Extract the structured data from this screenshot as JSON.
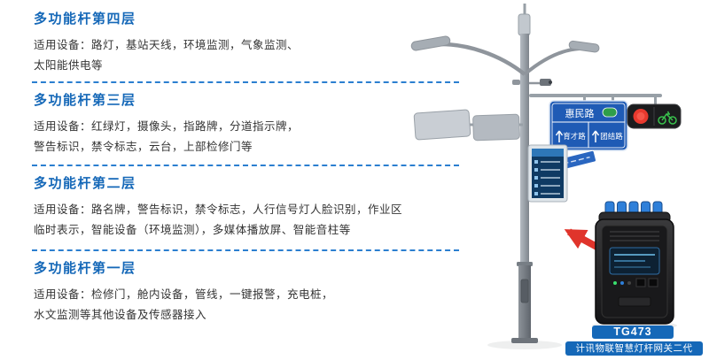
{
  "sections": [
    {
      "title": "多功能杆第四层",
      "line1": "适用设备：路灯，基站天线，环境监测，气象监测、",
      "line2": "太阳能供电等"
    },
    {
      "title": "多功能杆第三层",
      "line1": "适用设备：红绿灯，摄像头，指路牌，分道指示牌，",
      "line2": "警告标识，禁令标志，云台，上部检修门等"
    },
    {
      "title": "多功能杆第二层",
      "line1": "适用设备：路名牌，警告标识，禁令标志，人行信号灯人脸识别，作业区",
      "line2": "临时表示，智能设备（环境监测），多媒体播放屏、智能音柱等"
    },
    {
      "title": "多功能杆第一层",
      "line1": "适用设备：检修门，舱内设备，管线，一键报警，充电桩，",
      "line2": "水文监测等其他设备及传感器接入"
    }
  ],
  "pole": {
    "sign_top": "惠民路",
    "sign_bottom_left": "育才路",
    "sign_bottom_right": "团结路"
  },
  "device": {
    "model": "TG473",
    "caption": "计讯物联智慧灯杆网关二代"
  },
  "colors": {
    "heading_blue": "#1568b8",
    "divider_blue": "#2b7fd0",
    "body_text": "#333333",
    "sign_blue": "#1f5bb5",
    "arrow_red": "#e0342b",
    "traffic_red": "#e8392e",
    "traffic_green": "#39c24d",
    "device_black": "#19191b",
    "banner_blue": "#1568b8"
  },
  "icons": {
    "street_lamp": "street-lamp-icon",
    "camera": "cctv-camera-icon",
    "traffic_light": "traffic-light-icon",
    "arrow": "red-arrow-icon"
  }
}
